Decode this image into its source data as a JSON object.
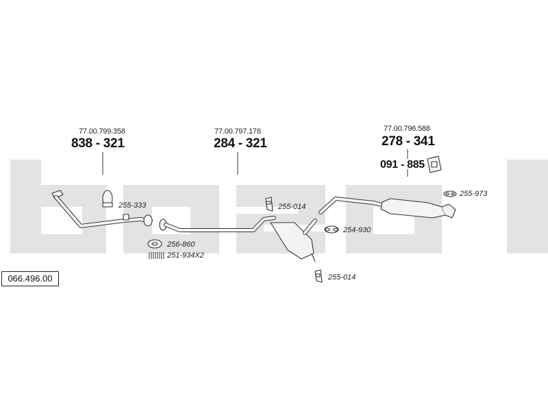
{
  "document_number": "066.496.00",
  "brand_watermark": "bosal",
  "callouts": [
    {
      "oe_ref": "77.00.799.358",
      "part_no": "838 - 321"
    },
    {
      "oe_ref": "77.00.797.176",
      "part_no": "284 - 321"
    },
    {
      "oe_ref": "77.00.796.588",
      "part_no": "278 - 341",
      "sub_part_no": "091 - 885"
    }
  ],
  "parts": {
    "p255_333": "255-333",
    "p256_860": "256-860",
    "p251_934": "251-934X2",
    "p255_014_a": "255-014",
    "p254_930": "254-930",
    "p255_014_b": "255-014",
    "p255_973": "255-973"
  },
  "colors": {
    "watermark": "#e3e3e3",
    "line": "#333333",
    "fill": "#f4f4f4"
  }
}
